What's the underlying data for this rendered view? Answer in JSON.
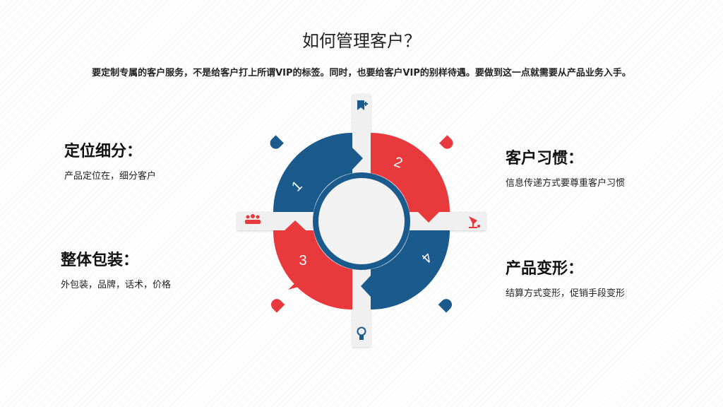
{
  "title": "如何管理客户？",
  "subtitle": "要定制专属的客户服务，不是给客户打上所谓VIP的标签。同时，也要给客户VIP的别样待遇。要做到这一点就需要从产品业务入手。",
  "blocks": {
    "positioning": {
      "heading": "定位细分：",
      "desc": "产品定位在，细分客户"
    },
    "packaging": {
      "heading": "整体包装：",
      "desc": "外包装，品牌，话术，价格"
    },
    "habits": {
      "heading": "客户习惯：",
      "desc": "信息传递方式要尊重客户习惯"
    },
    "transform": {
      "heading": "产品变形：",
      "desc": "结算方式变形，促销手段变形"
    }
  },
  "segments": [
    "1",
    "2",
    "3",
    "4"
  ],
  "icons": [
    "bookmark-plus-icon",
    "people-icon",
    "lamp-icon",
    "lightbulb-icon"
  ],
  "colors": {
    "blue": "#1a5a8c",
    "red": "#e8393d",
    "gray": "#efefef"
  }
}
